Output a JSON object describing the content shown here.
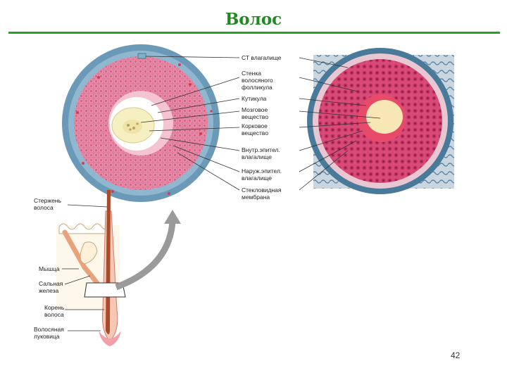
{
  "title": "Волос",
  "labels": {
    "ct_vlagalishche": "СТ влагалище",
    "stenka": [
      "Стенка",
      "волосяного",
      "фолликула"
    ],
    "kutikula": "Кутикула",
    "mozgovoe": [
      "Мозговое",
      "вещество"
    ],
    "korkovoe": [
      "Корковое",
      "вещество"
    ],
    "vnutr": [
      "Внутр.эпител.",
      "влагалище"
    ],
    "naruzh": [
      "Наруж.эпител.",
      "влагалище"
    ],
    "steklovidnaya": [
      "Стекловидная",
      "мембрана"
    ],
    "sterzhen": [
      "Стержень",
      "волоса"
    ],
    "myshtsa": "Мышца",
    "salnaya": [
      "Сальная",
      "железа"
    ],
    "koren": [
      "Корень",
      "волоса"
    ],
    "lukovitsa": [
      "Волосяная",
      "луковица"
    ]
  },
  "page_number": "42"
}
